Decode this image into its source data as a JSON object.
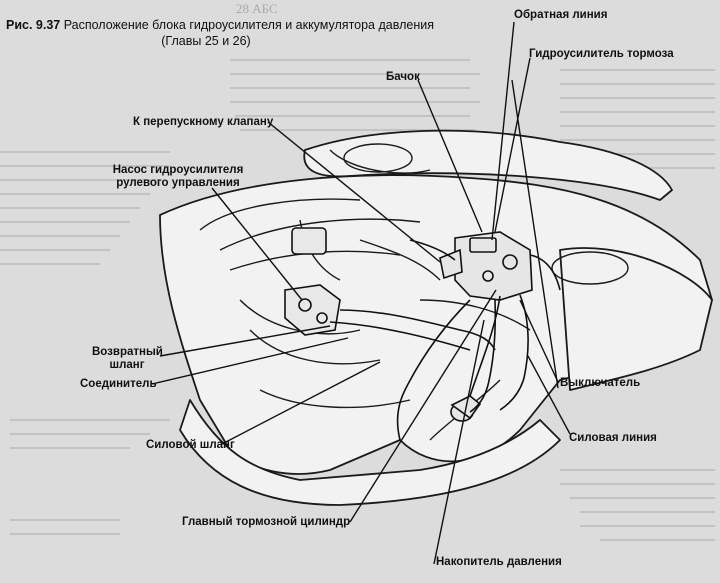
{
  "caption": {
    "figure_number": "Рис. 9.37",
    "title_line1": "Расположение блока гидроусилителя и аккумулятора давления",
    "title_line2": "(Главы 25 и 26)"
  },
  "labels": {
    "return_line": "Обратная линия",
    "brake_booster": "Гидроусилитель тормоза",
    "reservoir": "Бачок",
    "to_bypass_valve": "К перепускному клапану",
    "steering_pump_l1": "Насос гидроусилителя",
    "steering_pump_l2": "рулевого управления",
    "return_hose_l1": "Возвратный",
    "return_hose_l2": "шланг",
    "connector": "Соединитель",
    "power_hose": "Силовой шланг",
    "master_cylinder": "Главный тормозной цилиндр",
    "accumulator": "Накопитель давления",
    "switch": "Выключатель",
    "power_line": "Силовая линия"
  },
  "background_text": {
    "heading_fragment": "28 АБС"
  }
}
